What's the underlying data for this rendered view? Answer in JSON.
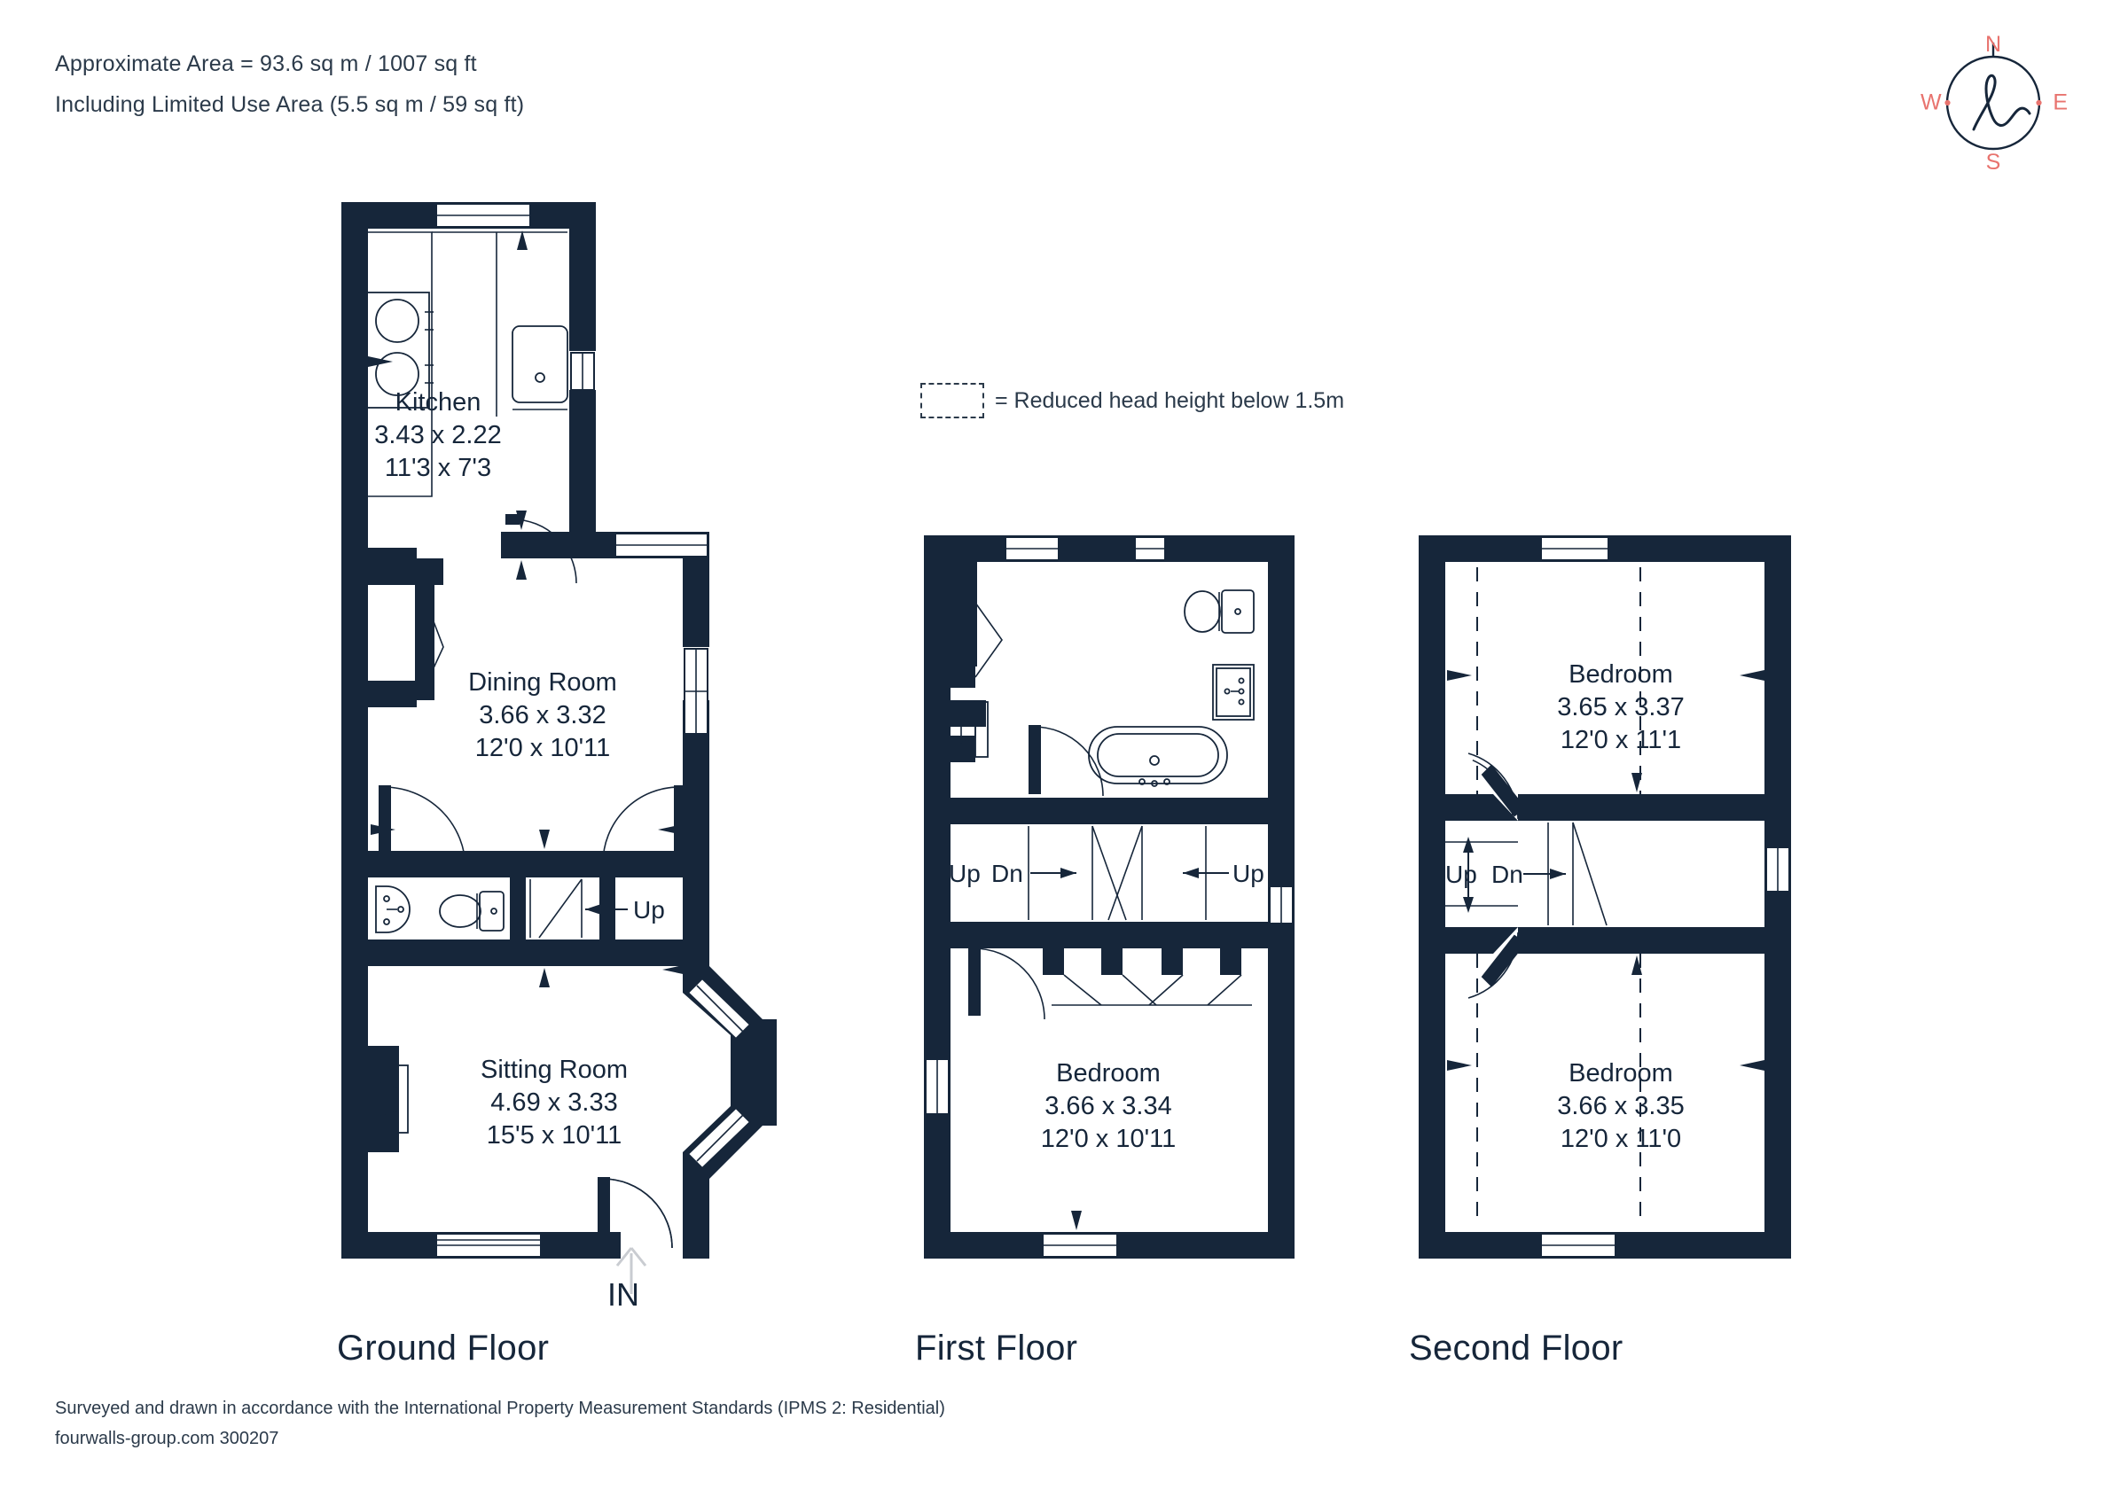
{
  "header": {
    "area_line": "Approximate Area = 93.6 sq m / 1007 sq ft",
    "limited_use_line": "Including Limited Use Area (5.5 sq m / 59 sq ft)"
  },
  "compass": {
    "north": "N",
    "east": "E",
    "south": "S",
    "west": "W",
    "logo": "h",
    "accent_color": "#e8736e",
    "line_color": "#16263a"
  },
  "legend": {
    "text": "= Reduced head height below 1.5m"
  },
  "floors": [
    {
      "title": "Ground Floor",
      "entrance_label": "IN",
      "stair_labels": [
        "Up"
      ],
      "rooms": [
        {
          "name": "Kitchen",
          "metric": "3.43 x 2.22",
          "imperial": "11'3 x 7'3"
        },
        {
          "name": "Dining Room",
          "metric": "3.66 x 3.32",
          "imperial": "12'0 x 10'11"
        },
        {
          "name": "Sitting Room",
          "metric": "4.69 x 3.33",
          "imperial": "15'5 x 10'11"
        }
      ]
    },
    {
      "title": "First Floor",
      "stair_labels": [
        "Up",
        "Dn",
        "Up"
      ],
      "rooms": [
        {
          "name": "Bedroom",
          "metric": "3.66 x 3.34",
          "imperial": "12'0 x 10'11"
        }
      ]
    },
    {
      "title": "Second Floor",
      "stair_labels": [
        "Up",
        "Dn"
      ],
      "rooms": [
        {
          "name": "Bedroom",
          "metric": "3.65 x 3.37",
          "imperial": "12'0 x 11'1"
        },
        {
          "name": "Bedroom",
          "metric": "3.66 x 3.35",
          "imperial": "12'0 x 11'0"
        }
      ]
    }
  ],
  "footer": {
    "standards": "Surveyed and drawn in accordance with the International Property Measurement Standards (IPMS 2: Residential)",
    "credit": "fourwalls-group.com 300207"
  },
  "colors": {
    "wall": "#16263a",
    "text": "#16263a",
    "accent": "#e8736e",
    "background": "#ffffff"
  }
}
